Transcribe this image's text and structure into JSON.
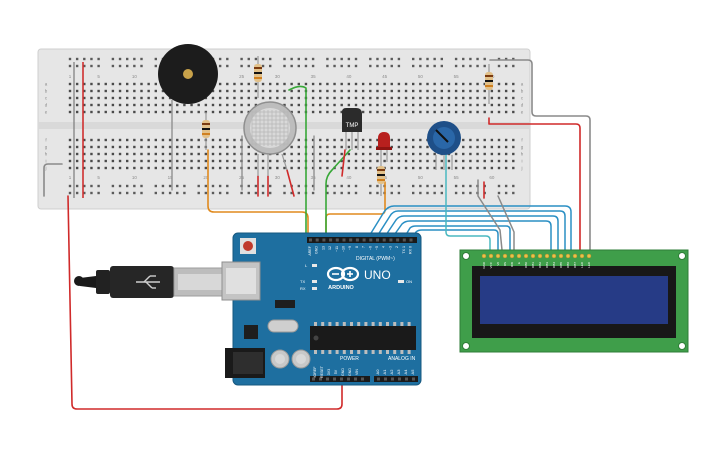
{
  "breadboard": {
    "top_numbers": [
      "1",
      "5",
      "10",
      "15",
      "20",
      "25",
      "30",
      "35",
      "40",
      "45",
      "50",
      "55",
      "60"
    ],
    "bottom_numbers": [
      "1",
      "5",
      "10",
      "15",
      "20",
      "25",
      "30",
      "35",
      "40",
      "45",
      "50",
      "55",
      "60"
    ],
    "row_letters_top": [
      "a",
      "b",
      "c",
      "d",
      "e"
    ],
    "row_letters_bottom": [
      "f",
      "g",
      "h",
      "i",
      "j"
    ]
  },
  "arduino": {
    "brand": "ARDUINO",
    "model": "UNO",
    "digital_label": "DIGITAL (PWM~)",
    "power_label": "POWER",
    "analog_label": "ANALOG IN",
    "on_label": "ON",
    "tx_label": "TX",
    "rx_label": "RX",
    "l_label": "L",
    "analog_pins": [
      "A0",
      "A1",
      "A2",
      "A3",
      "A4",
      "A5"
    ],
    "power_pins": [
      "IOREF",
      "RESET",
      "3V3",
      "5V",
      "GND",
      "GND",
      "VIN"
    ],
    "digital_pins": [
      "AREF",
      "GND",
      "13",
      "12",
      "~11",
      "~10",
      "~9",
      "8",
      "7",
      "~6",
      "~5",
      "4",
      "~3",
      "2",
      "TX 1",
      "RX 0"
    ]
  },
  "sensor": {
    "label": "TMP"
  },
  "lcd": {
    "pins": [
      "GND",
      "VCC",
      "V0",
      "RS",
      "RW",
      "E",
      "DB0",
      "DB1",
      "DB2",
      "DB3",
      "DB4",
      "DB5",
      "DB6",
      "DB7",
      "LED",
      "LED"
    ]
  },
  "colors": {
    "breadboard": "#e4e4e4",
    "arduino": "#1e6fa0",
    "lcd_board": "#3f9e4a",
    "lcd_screen": "#263b86",
    "wire_red": "#d02a2a",
    "wire_green": "#38a838",
    "wire_orange": "#e08a1e",
    "wire_blue": "#2a8fc4",
    "wire_gray": "#8a8a8a",
    "wire_teal": "#4ab8c0"
  }
}
